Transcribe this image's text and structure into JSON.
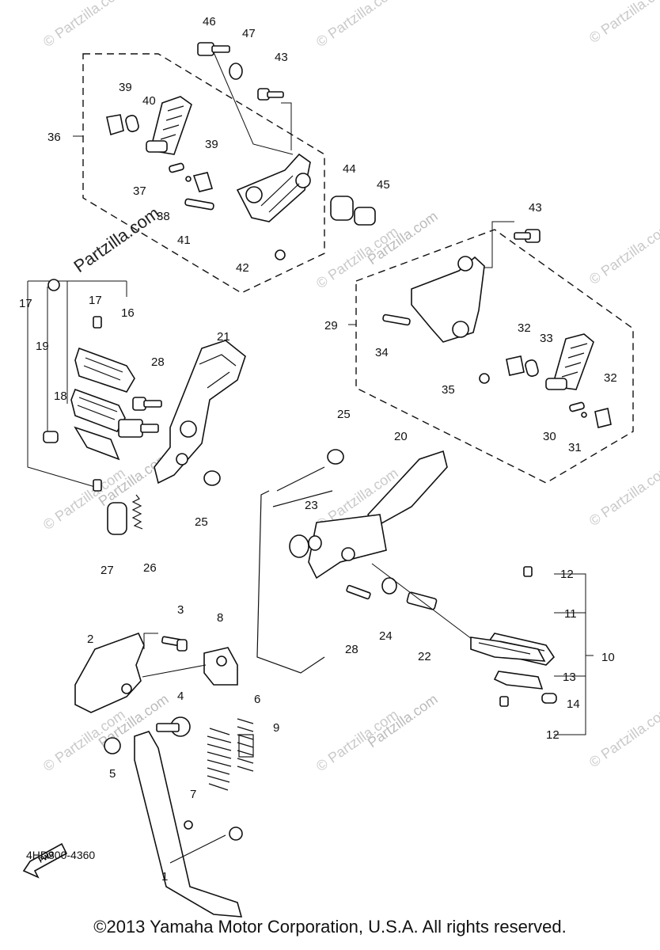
{
  "diagram": {
    "drawing_code": "4HD300-4360",
    "copyright": "©2013  Yamaha Motor Corporation, U.S.A. All rights reserved.",
    "fwd_label": "FWD",
    "watermark": "© Partzilla.com",
    "watermark_big": "Partzilla.com",
    "callouts": [
      "1",
      "2",
      "3",
      "4",
      "5",
      "6",
      "7",
      "8",
      "9",
      "10",
      "11",
      "12",
      "12",
      "13",
      "14",
      "16",
      "17",
      "17",
      "18",
      "19",
      "20",
      "21",
      "22",
      "23",
      "24",
      "25",
      "25",
      "26",
      "27",
      "28",
      "28",
      "29",
      "30",
      "31",
      "32",
      "32",
      "33",
      "34",
      "35",
      "36",
      "37",
      "38",
      "39",
      "39",
      "40",
      "41",
      "42",
      "43",
      "43",
      "44",
      "45",
      "46",
      "47"
    ]
  }
}
